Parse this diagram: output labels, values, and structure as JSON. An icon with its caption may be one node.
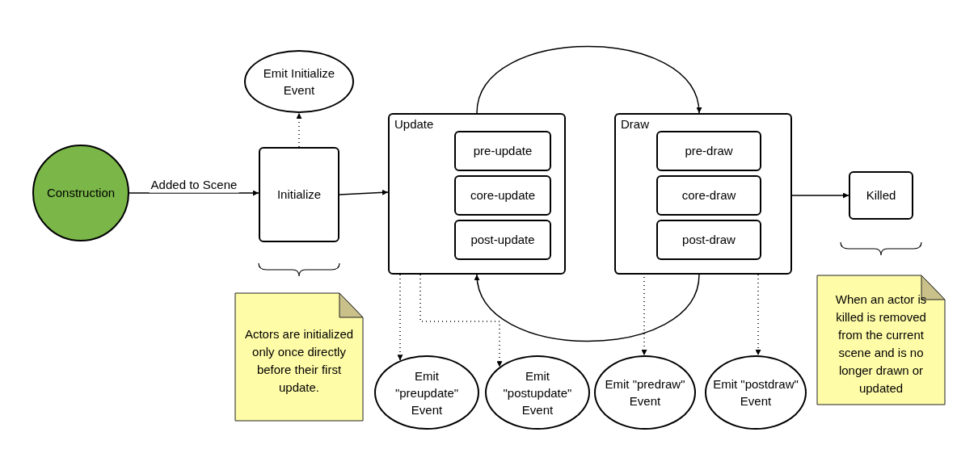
{
  "diagram": {
    "nodes": [
      {
        "text": [
          "Construction"
        ]
      },
      {
        "text": [
          "Initialize"
        ]
      },
      {
        "text": [
          "Emit Initialize Event"
        ]
      },
      {
        "text": [
          "Update"
        ]
      },
      {
        "text": [
          "pre-update"
        ],
        "in": 3
      },
      {
        "text": [
          "core-update"
        ],
        "in": 3
      },
      {
        "text": [
          "post-update"
        ],
        "in": 3
      },
      {
        "text": [
          "Draw"
        ]
      },
      {
        "text": [
          "pre-draw"
        ],
        "in": 7
      },
      {
        "text": [
          "core-draw"
        ],
        "in": 7
      },
      {
        "text": [
          "post-draw"
        ],
        "in": 7
      },
      {
        "text": [
          "Killed"
        ]
      },
      {
        "text": [
          "Actors are initialized only once directly before their first update."
        ]
      },
      {
        "text": [
          "When an actor is killed is removed from the current scene and is no longer drawn or updated"
        ]
      },
      {
        "text": [
          "Emit \"preupdate\" Event"
        ]
      },
      {
        "text": [
          "Emit \"postupdate\" Event"
        ]
      },
      {
        "text": [
          "Emit \"predraw\" Event"
        ]
      },
      {
        "text": [
          "Emit \"postdraw\" Event"
        ]
      }
    ],
    "edges": [
      {
        "from": 0,
        "to": 1,
        "arrow": "to",
        "label": "Added to Scene"
      },
      {
        "from": 1,
        "to": 2,
        "arrow": "to",
        "style": "dashed"
      },
      {
        "from": 1,
        "to": 3,
        "arrow": "to"
      },
      {
        "from": 3,
        "to": 7,
        "arrow": "to"
      },
      {
        "from": 7,
        "to": 3,
        "arrow": "to"
      },
      {
        "from": 7,
        "to": 11,
        "arrow": "to"
      },
      {
        "from": 4,
        "to": 14,
        "arrow": "to",
        "style": "dashed"
      },
      {
        "from": 6,
        "to": 15,
        "arrow": "to",
        "style": "dashed"
      },
      {
        "from": 8,
        "to": 16,
        "arrow": "to",
        "style": "dashed"
      },
      {
        "from": 10,
        "to": 17,
        "arrow": "to",
        "style": "dashed"
      }
    ]
  }
}
